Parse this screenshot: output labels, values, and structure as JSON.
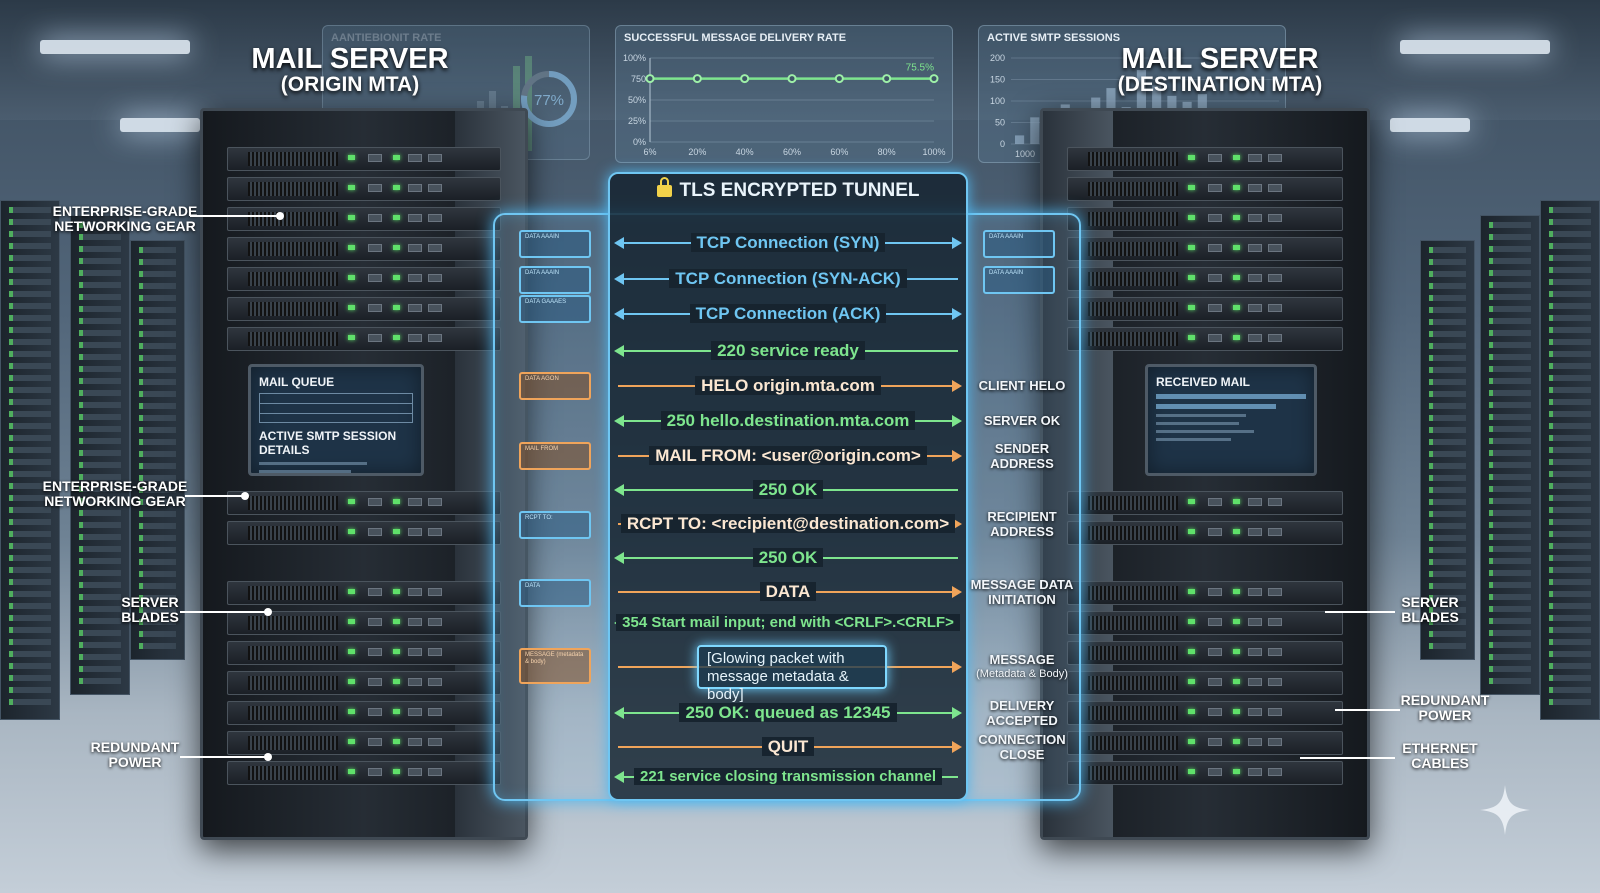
{
  "origin_server": {
    "title": "MAIL SERVER",
    "subtitle": "(ORIGIN MTA)"
  },
  "destination_server": {
    "title": "MAIL SERVER",
    "subtitle": "(DESTINATION MTA)"
  },
  "tunnel": {
    "title": "TLS ENCRYPTED TUNNEL",
    "icon": "lock-icon"
  },
  "colors": {
    "blue": "#6fc6f2",
    "green": "#7ee58e",
    "orange": "#f0a45a",
    "led": "#5fe06a"
  },
  "dashboards": {
    "faded_panel": {
      "title": "AANTIEBIONIT RATE",
      "donut_value": 77,
      "donut_label": "77%"
    },
    "delivery_rate": {
      "type": "line",
      "title": "SUCCESSFUL MESSAGE DELIVERY RATE",
      "x_ticks": [
        "6%",
        "20%",
        "40%",
        "60%",
        "60%",
        "80%",
        "100%"
      ],
      "y_ticks": [
        "0%",
        "25%",
        "50%",
        "750",
        "100%"
      ],
      "ylim": [
        0,
        100
      ],
      "values": [
        75.5,
        75.5,
        75.5,
        75.5,
        75.5,
        75.5,
        75.5
      ],
      "end_label": "75.5%"
    },
    "active_sessions": {
      "type": "bar",
      "title": "ACTIVE SMTP SESSIONS",
      "y_ticks": [
        "0",
        "50",
        "100",
        "150",
        "200"
      ],
      "ylim": [
        0,
        200
      ],
      "x_label": "1000",
      "values": [
        20,
        62,
        40,
        92,
        62,
        108,
        130,
        86,
        172,
        136,
        112,
        98,
        116
      ]
    }
  },
  "origin_screen": {
    "title": "MAIL QUEUE",
    "subtitle": "ACTIVE SMTP SESSION DETAILS"
  },
  "destination_screen": {
    "title": "RECEIVED MAIL"
  },
  "left_callouts": [
    {
      "line1": "ENTERPRISE-GRADE",
      "line2": "NETWORKING GEAR"
    },
    {
      "line1": "ENTERPRISE-GRADE",
      "line2": "NETWORKING GEAR"
    },
    {
      "line1": "SERVER",
      "line2": "BLADES"
    },
    {
      "line1": "REDUNDANT",
      "line2": "POWER"
    }
  ],
  "right_callouts": [
    {
      "line1": "SERVER",
      "line2": "BLADES"
    },
    {
      "line1": "REDUNDANT",
      "line2": "POWER"
    },
    {
      "line1": "ETHERNET",
      "line2": "CABLES"
    }
  ],
  "steps": [
    {
      "text": "TCP Connection (SYN)",
      "color": "blue",
      "dir": "both",
      "label1": "",
      "label2": ""
    },
    {
      "text": "TCP Connection (SYN-ACK)",
      "color": "blue",
      "dir": "left",
      "label1": "",
      "label2": ""
    },
    {
      "text": "TCP Connection (ACK)",
      "color": "blue",
      "dir": "both",
      "label1": "",
      "label2": ""
    },
    {
      "text": "220 service ready",
      "color": "green",
      "dir": "left",
      "label1": "",
      "label2": ""
    },
    {
      "text": "HELO origin.mta.com",
      "color": "orange",
      "dir": "right",
      "label1": "CLIENT HELO",
      "label2": ""
    },
    {
      "text": "250 hello.destination.mta.com",
      "color": "green",
      "dir": "both",
      "label1": "SERVER OK",
      "label2": ""
    },
    {
      "text": "MAIL FROM: <user@origin.com>",
      "color": "orange",
      "dir": "right",
      "label1": "SENDER",
      "label2": "ADDRESS"
    },
    {
      "text": "250 OK",
      "color": "green",
      "dir": "left",
      "label1": "",
      "label2": ""
    },
    {
      "text": "RCPT TO: <recipient@destination.com>",
      "color": "orange",
      "dir": "right",
      "label1": "RECIPIENT",
      "label2": "ADDRESS"
    },
    {
      "text": "250 OK",
      "color": "green",
      "dir": "left",
      "label1": "",
      "label2": ""
    },
    {
      "text": "DATA",
      "color": "orange",
      "dir": "right",
      "label1": "MESSAGE DATA",
      "label2": "INITIATION"
    },
    {
      "text": "354 Start mail input; end with <CRLF>.<CRLF>",
      "color": "green",
      "dir": "left",
      "label1": "",
      "label2": ""
    },
    {
      "text": "",
      "color": "orange",
      "dir": "right",
      "label1": "MESSAGE",
      "label2": "(Metadata & Body)"
    },
    {
      "text": "250 OK: queued as 12345",
      "color": "green",
      "dir": "both",
      "label1": "DELIVERY",
      "label2": "ACCEPTED"
    },
    {
      "text": "QUIT",
      "color": "orange",
      "dir": "right",
      "label1": "CONNECTION",
      "label2": "CLOSE"
    },
    {
      "text": "221 service closing transmission channel",
      "color": "green",
      "dir": "left",
      "label1": "",
      "label2": ""
    }
  ],
  "packet": {
    "line1": "[Glowing packet with",
    "line2": "message metadata & body]"
  },
  "side_boxes": {
    "left": [
      "DATA AAAIN",
      "DATA AAAIN",
      "DATA GAAAES",
      "DATA AGON",
      "MAIL FROM",
      "RCPT TO:",
      "DATA",
      "MESSAGE (metadata & body)"
    ],
    "right": [
      "DATA AAAIN",
      "DATA AAAIN"
    ]
  }
}
